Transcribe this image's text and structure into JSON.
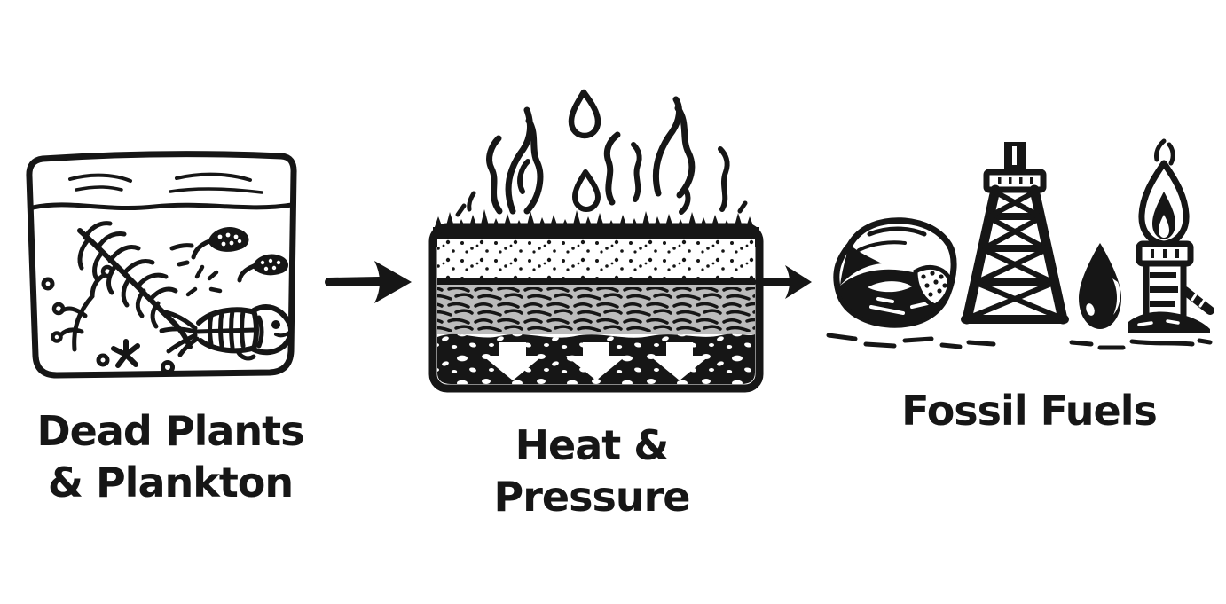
{
  "diagram": {
    "type": "process-flow",
    "subject": "fossil fuel formation",
    "background_color": "#ffffff",
    "ink_color": "#161616",
    "sediment_gray": "#bcbcbc",
    "steps": [
      {
        "id": "dead-plants-plankton",
        "label_line1": "Dead Plants",
        "label_line2": "& Plankton",
        "icon": "dead-plants-plankton-tank-icon"
      },
      {
        "id": "heat-pressure",
        "label_line1": "Heat &",
        "label_line2": "Pressure",
        "icon": "sediment-layers-heat-pressure-icon"
      },
      {
        "id": "fossil-fuels",
        "label_line1": "Fossil Fuels",
        "label_line2": "",
        "icon": "coal-oil-derrick-gas-flare-icon"
      }
    ],
    "connectors": [
      {
        "id": "arrow-step1-step2",
        "direction": "right"
      },
      {
        "id": "arrow-step2-step3",
        "direction": "right"
      }
    ]
  }
}
